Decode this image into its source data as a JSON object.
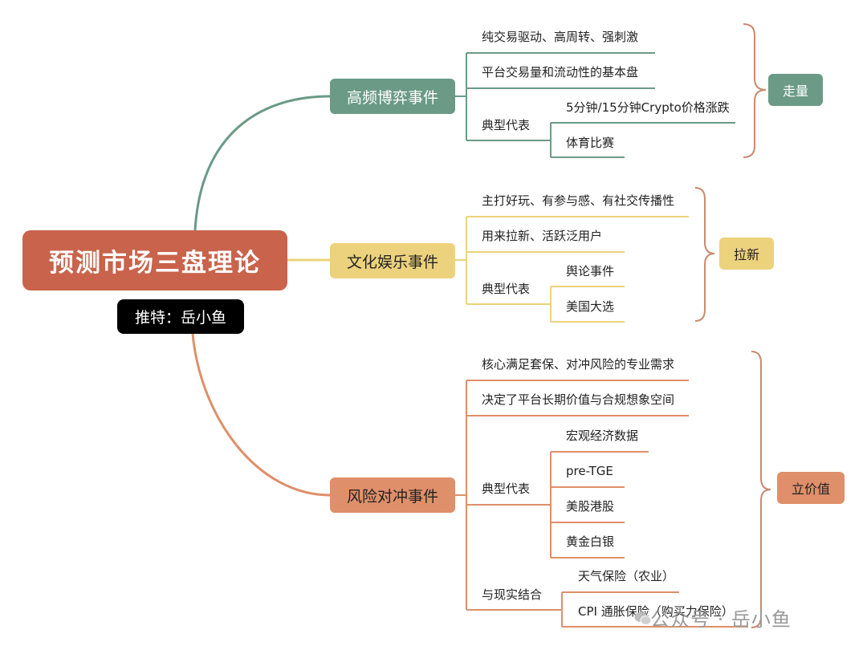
{
  "title": "预测市场三盘理论",
  "author": "推特：岳小鱼",
  "branches": [
    {
      "label": "高频博弈事件",
      "tag": "走量",
      "color": "#6b9a86",
      "items": [
        "纯交易驱动、高周转、强刺激",
        "平台交易量和流动性的基本盘"
      ],
      "group_label": "典型代表",
      "group_items": [
        "5分钟/15分钟Crypto价格涨跌",
        "体育比赛"
      ]
    },
    {
      "label": "文化娱乐事件",
      "tag": "拉新",
      "color": "#ecd27c",
      "items": [
        "主打好玩、有参与感、有社交传播性",
        "用来拉新、活跃泛用户"
      ],
      "group_label": "典型代表",
      "group_items": [
        "舆论事件",
        "美国大选"
      ]
    },
    {
      "label": "风险对冲事件",
      "tag": "立价值",
      "color": "#df8f6a",
      "items": [
        "核心满足套保、对冲风险的专业需求",
        "决定了平台长期价值与合规想象空间"
      ],
      "group_label": "典型代表",
      "group_items": [
        "宏观经济数据",
        "pre-TGE",
        "美股港股",
        "黄金白银"
      ],
      "group2_label": "与现实结合",
      "group2_items": [
        "天气保险（农业）",
        "CPI 通胀保险（购买力保险）"
      ]
    }
  ],
  "watermark": "公众号 · 岳小鱼",
  "colors": {
    "root": "#c9634b",
    "bracket": "#c88a6e"
  }
}
